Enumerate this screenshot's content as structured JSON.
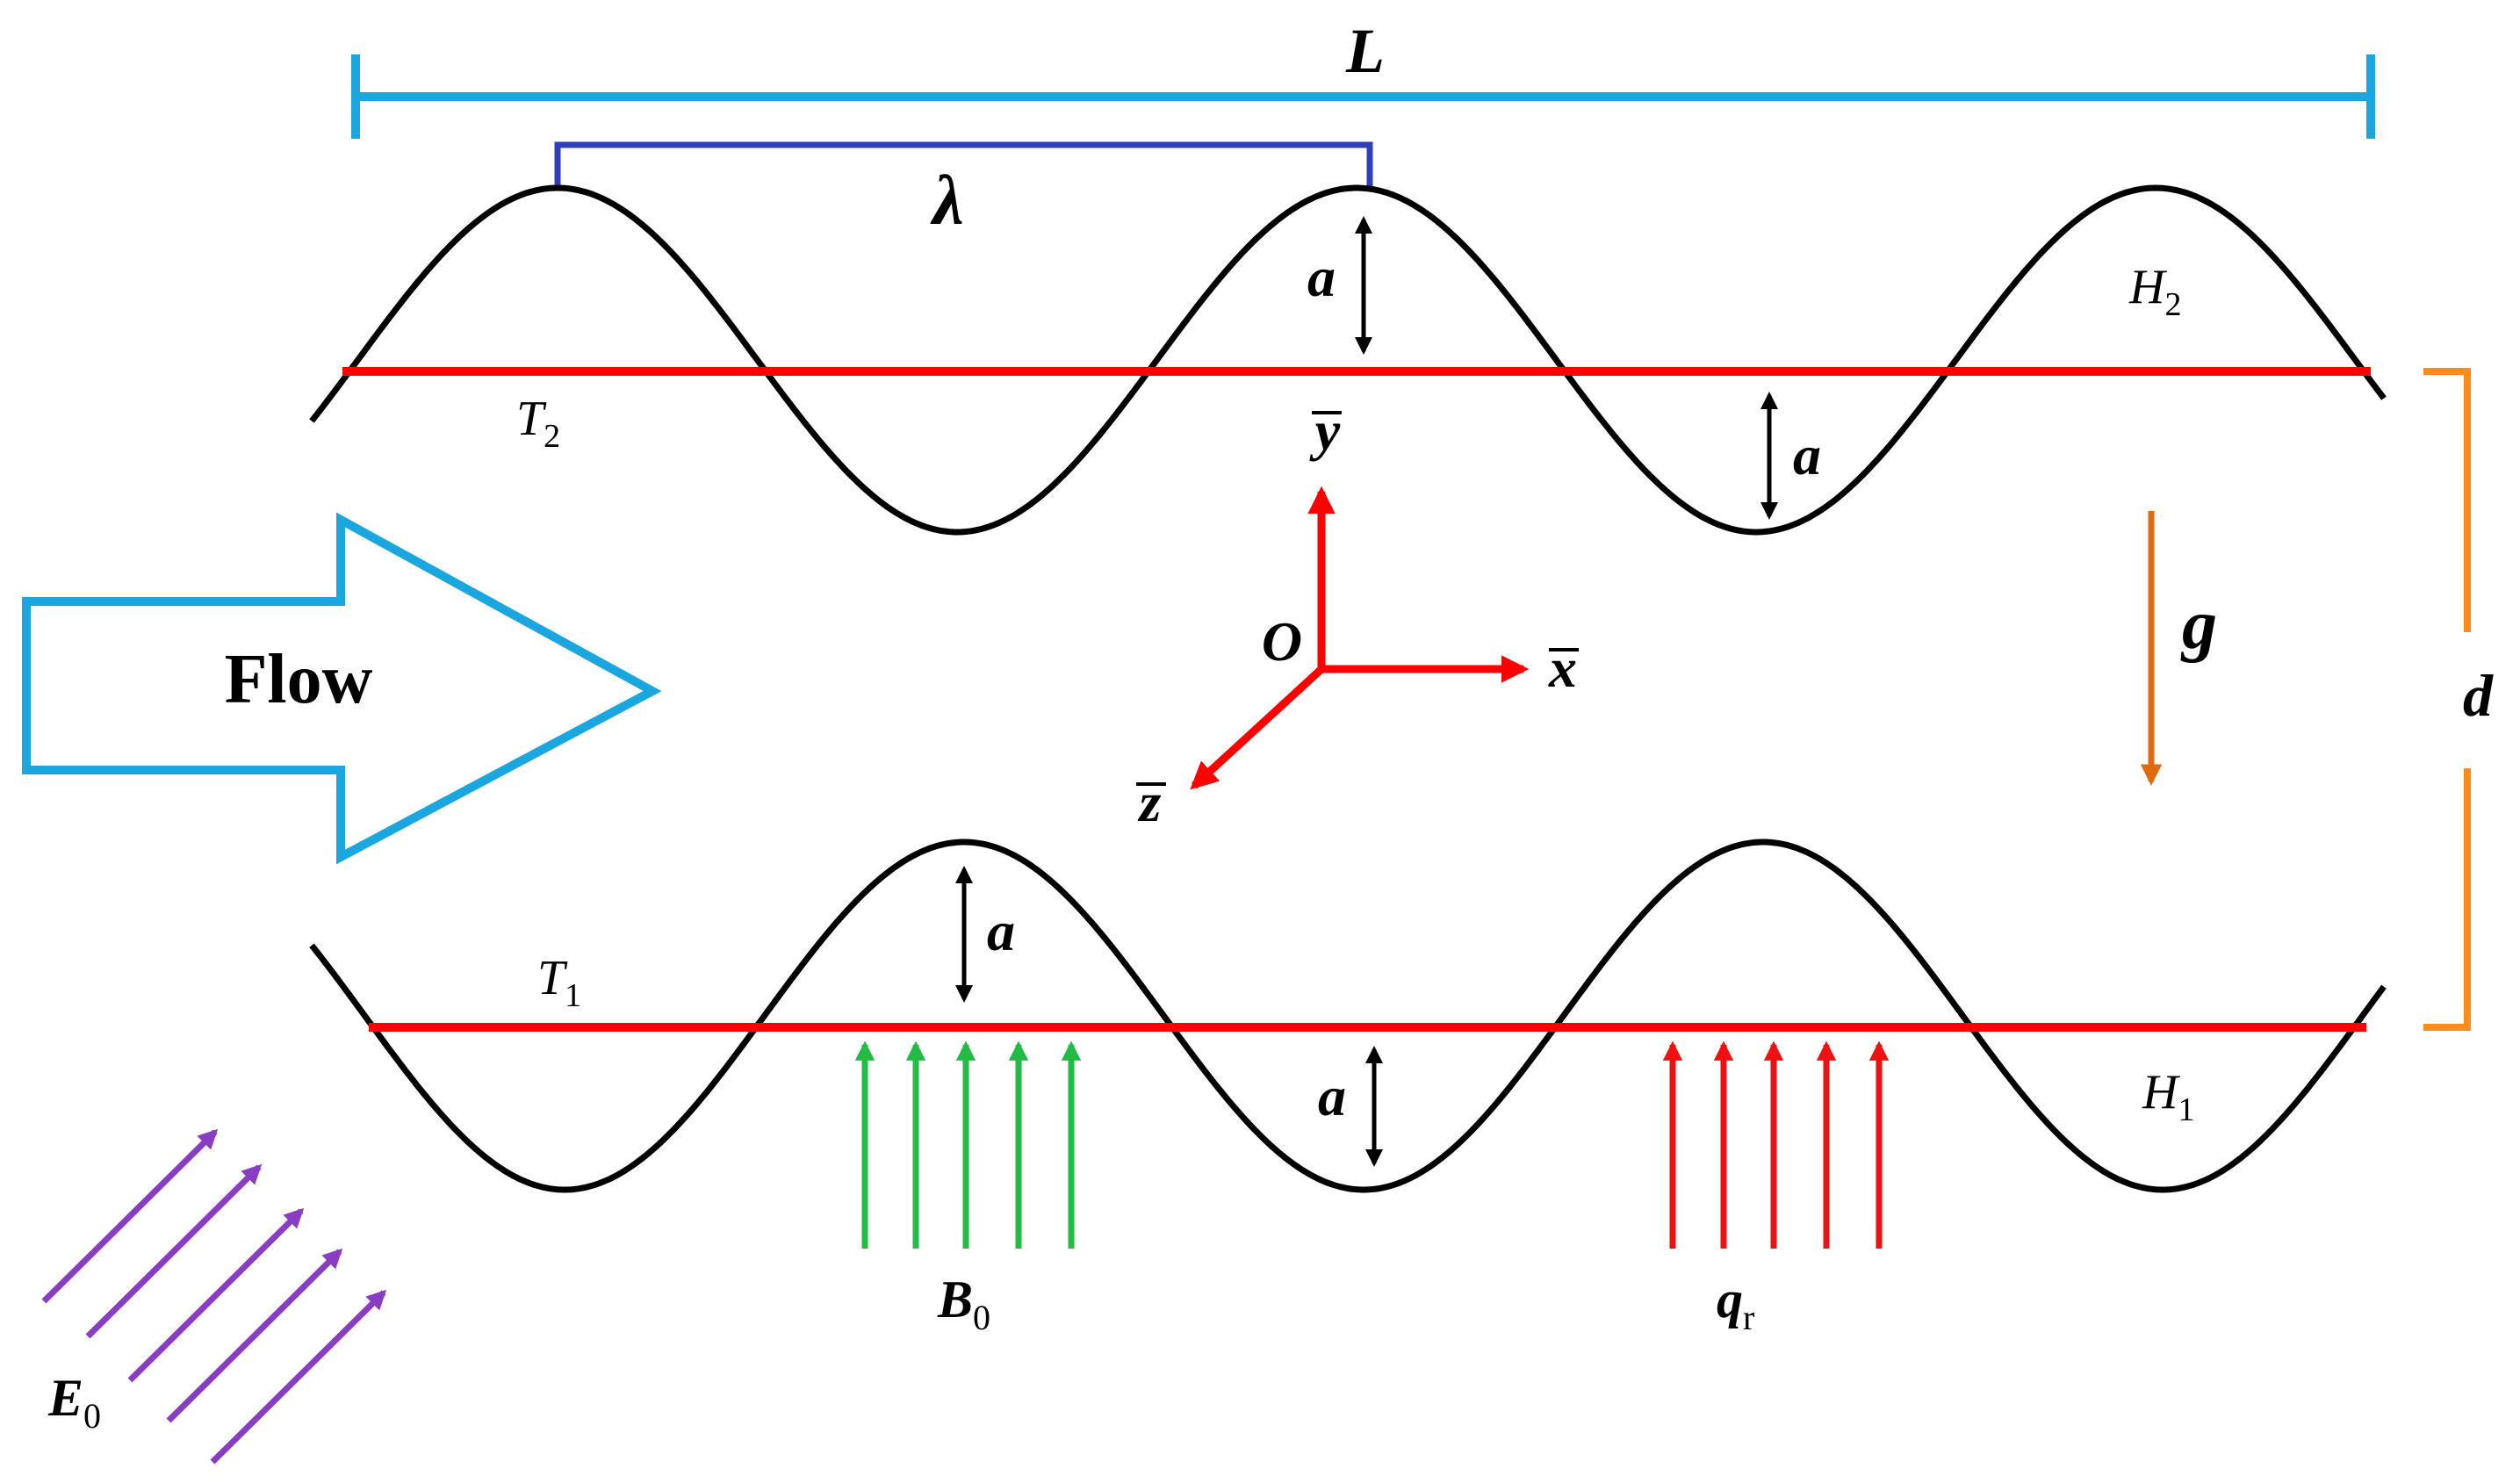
{
  "labels": {
    "length": "L",
    "wavelength": "λ",
    "amplitude": "a",
    "upper_wall": "H",
    "upper_wall_sub": "2",
    "lower_wall": "H",
    "lower_wall_sub": "1",
    "upper_temp": "T",
    "upper_temp_sub": "2",
    "lower_temp": "T",
    "lower_temp_sub": "1",
    "axis_x": "x",
    "axis_y": "y",
    "axis_z": "z",
    "origin": "O",
    "gravity": "g",
    "width": "d",
    "flow": "Flow",
    "magnetic": "B",
    "magnetic_sub": "0",
    "radiation": "q",
    "radiation_sub": "r",
    "electric": "E",
    "electric_sub": "0"
  },
  "colors": {
    "wall": "#000000",
    "mean_line": "#ff0000",
    "length_bar": "#1aa7e0",
    "wavelength_bracket": "#2f3fb8",
    "flow_arrow": "#1aa7e0",
    "gravity": "#e06a10",
    "width_bracket": "#ff8c1a",
    "axes": "#ff0000",
    "magnetic_field": "#22bb44",
    "radiation": "#ee1111",
    "electric_field": "#8a3cc2"
  }
}
